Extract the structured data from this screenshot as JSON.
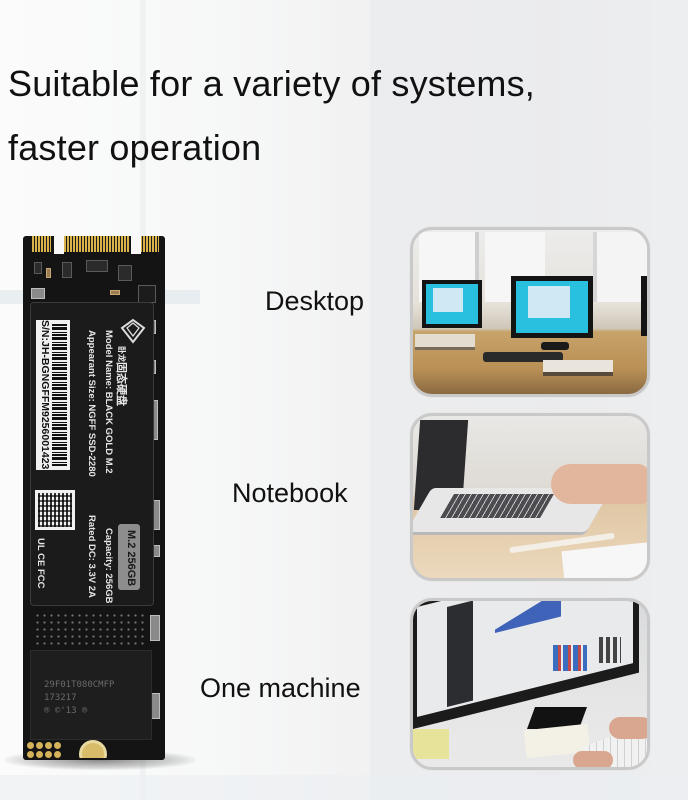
{
  "headline": {
    "line1": "Suitable for a variety of systems,",
    "line2": "faster operation"
  },
  "product": {
    "type": "M.2 NGFF SSD",
    "label": {
      "model_name": "Model Name: BLACK GOLD M.2",
      "appearance_size": "Appearant Size: NGFF SSD-2280",
      "serial": "S/N:JH-BGNGFFM9256001423",
      "capacity": "Capacity: 256GB",
      "rated_dc": "Rated DC: 3.3V 2A",
      "badge": "M.2 256GB",
      "cn_title": "固态硬盘",
      "brand_cn": "卧龙",
      "cert_marks": "UL CE FCC"
    },
    "chip": {
      "part_number": "29F01T080CMFP",
      "date_code": "173217",
      "marks": "® ©'13 ®"
    }
  },
  "use_cases": [
    {
      "label": "Desktop",
      "image": "office-desktop-monitors-photo"
    },
    {
      "label": "Notebook",
      "image": "laptop-typing-photo"
    },
    {
      "label": "One machine",
      "image": "all-in-one-monitor-photo"
    }
  ]
}
